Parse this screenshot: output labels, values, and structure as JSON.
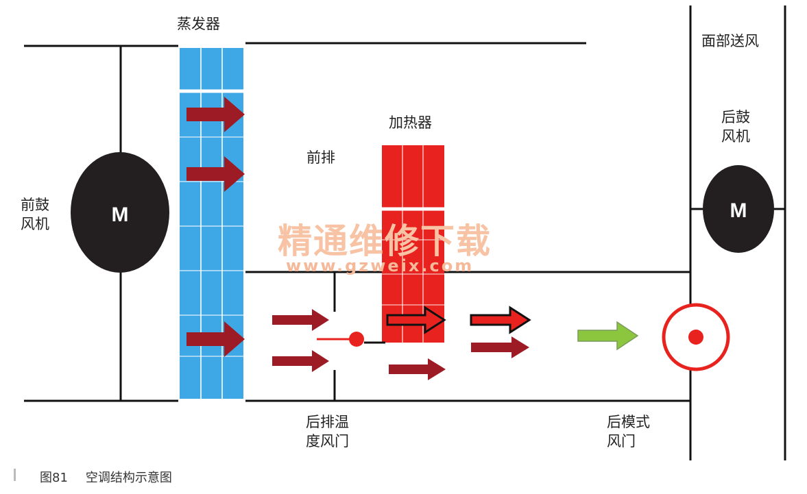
{
  "labels": {
    "evaporator": "蒸发器",
    "heater": "加热器",
    "front_row": "前排",
    "front_blower": "前鼓\n风机",
    "rear_blower": "后鼓\n风机",
    "face_vent": "面部送风",
    "rear_temp_door": "后排温\n度风门",
    "rear_mode_door": "后模式\n风门",
    "motor_front": "M",
    "motor_rear": "M"
  },
  "watermark": {
    "line1": "精通维修下载",
    "line2": "www.gzweix.com"
  },
  "caption": {
    "figure": "图81",
    "title": "空调结构示意图"
  },
  "colors": {
    "evaporator": "#3ea8e6",
    "heater": "#e8231f",
    "arrow_red": "#9c1b24",
    "arrow_green": "#8cc63f",
    "motor": "#231f20",
    "line": "#111111",
    "door_red": "#e8231f"
  },
  "icons": {
    "motor": "motor-icon",
    "arrow": "airflow-arrow-icon",
    "door": "mode-door-icon"
  }
}
